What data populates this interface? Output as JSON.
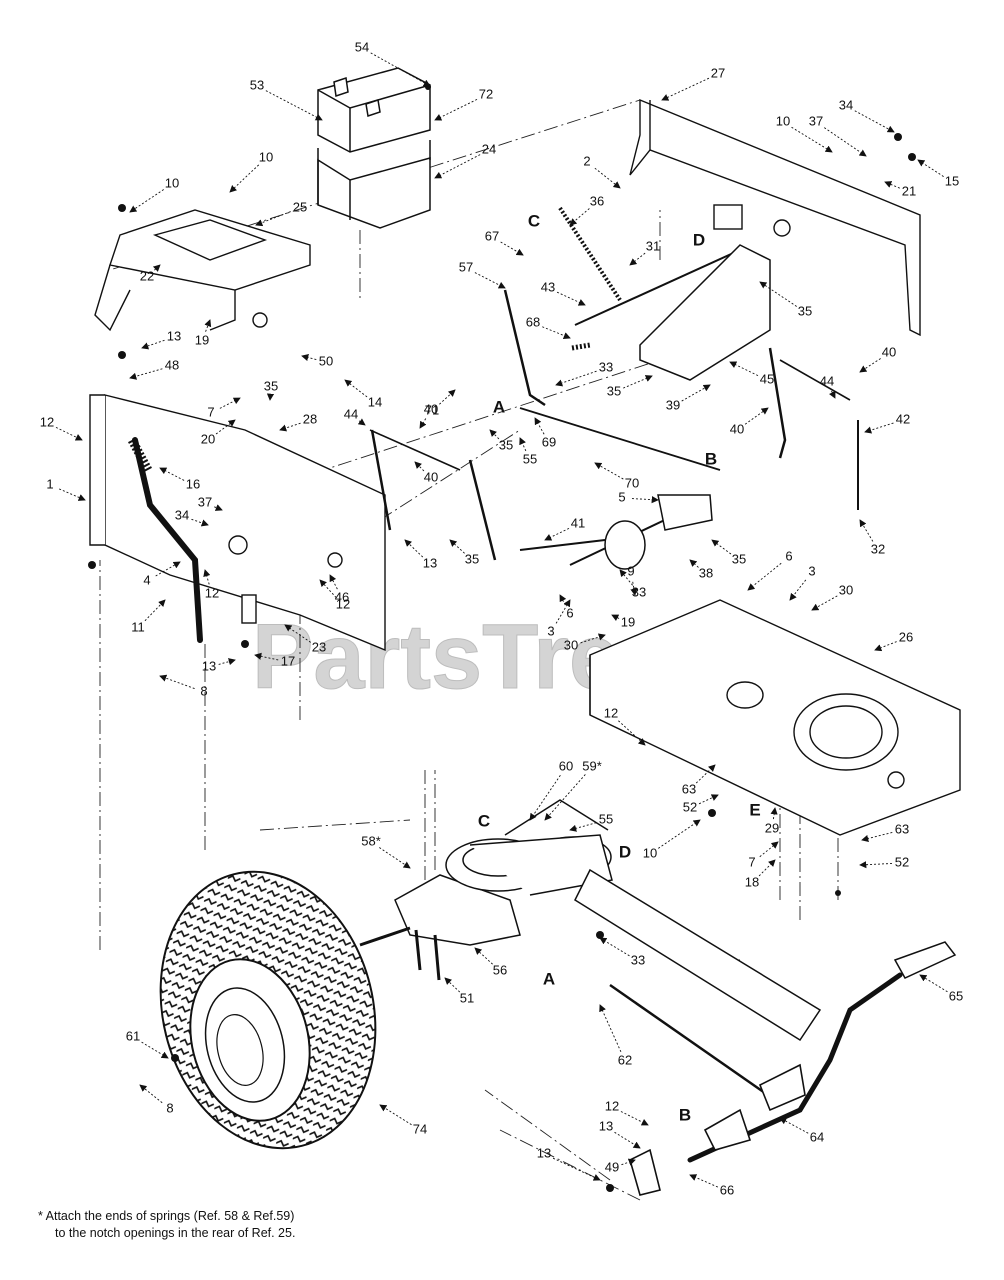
{
  "watermark": "PartsTree",
  "callouts": [
    "54",
    "53",
    "72",
    "24",
    "27",
    "34",
    "10",
    "37",
    "15",
    "21",
    "10",
    "10",
    "25",
    "2",
    "36",
    "C",
    "D",
    "22",
    "67",
    "31",
    "57",
    "43",
    "35",
    "19",
    "13",
    "50",
    "68",
    "45",
    "48",
    "33",
    "35",
    "40",
    "35",
    "7",
    "20",
    "14",
    "71",
    "A",
    "39",
    "44",
    "12",
    "69",
    "55",
    "40",
    "44",
    "42",
    "40",
    "28",
    "35",
    "B",
    "16",
    "1",
    "70",
    "37",
    "34",
    "40",
    "5",
    "13",
    "35",
    "35",
    "41",
    "32",
    "4",
    "12",
    "33",
    "38",
    "11",
    "46",
    "12",
    "9",
    "6",
    "3",
    "6",
    "3",
    "30",
    "23",
    "19",
    "17",
    "13",
    "30",
    "26",
    "8",
    "12",
    "60",
    "63",
    "59*",
    "52",
    "55",
    "E",
    "10",
    "C",
    "29",
    "63",
    "58*",
    "D",
    "7",
    "18",
    "52",
    "33",
    "56",
    "A",
    "51",
    "65",
    "62",
    "61",
    "8",
    "74",
    "64",
    "12",
    "B",
    "13",
    "49",
    "13",
    "66"
  ],
  "footnote": {
    "line1": "*  Attach the ends of springs (Ref. 58 & Ref.59)",
    "line2": "to the notch openings in the rear of Ref. 25."
  }
}
